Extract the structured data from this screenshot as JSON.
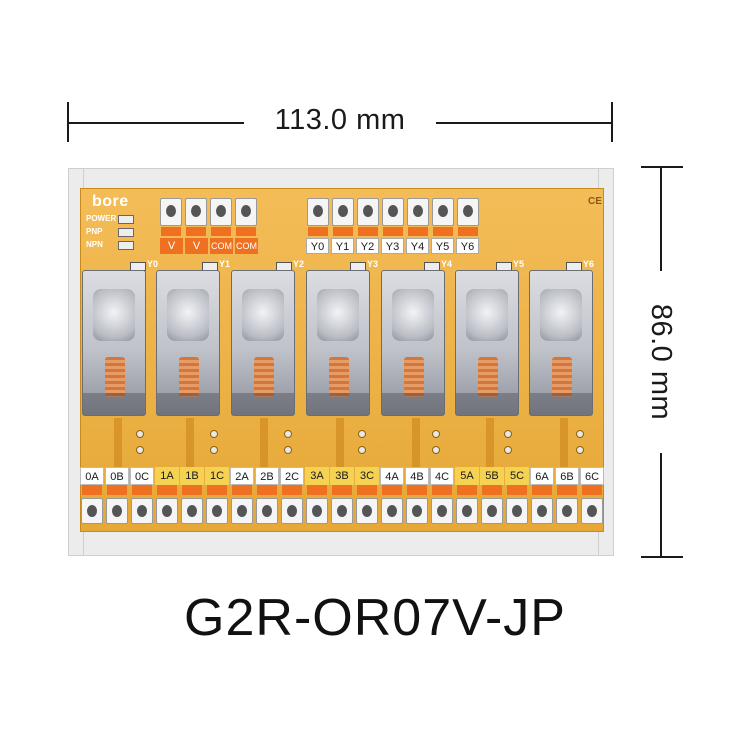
{
  "dimensions": {
    "width_label": "113.0 mm",
    "height_label": "86.0 mm"
  },
  "model": "G2R-OR07V-JP",
  "board": {
    "logo": "bore",
    "indicators": [
      "POWER",
      "PNP",
      "NPN"
    ],
    "power_terminals": [
      "V",
      "V",
      "COM",
      "COM"
    ],
    "input_terminals": [
      "Y0",
      "Y1",
      "Y2",
      "Y3",
      "Y4",
      "Y5",
      "Y6"
    ],
    "relay_labels": [
      "Y0",
      "Y1",
      "Y2",
      "Y3",
      "Y4",
      "Y5",
      "Y6"
    ],
    "output_terminals": [
      "0A",
      "0B",
      "0C",
      "1A",
      "1B",
      "1C",
      "2A",
      "2B",
      "2C",
      "3A",
      "3B",
      "3C",
      "4A",
      "4B",
      "4C",
      "5A",
      "5B",
      "5C",
      "6A",
      "6B",
      "6C"
    ],
    "colors": {
      "pcb": "#f2b13a",
      "terminal_tab": "#f07022",
      "label_yellow": "#f6d253"
    }
  }
}
